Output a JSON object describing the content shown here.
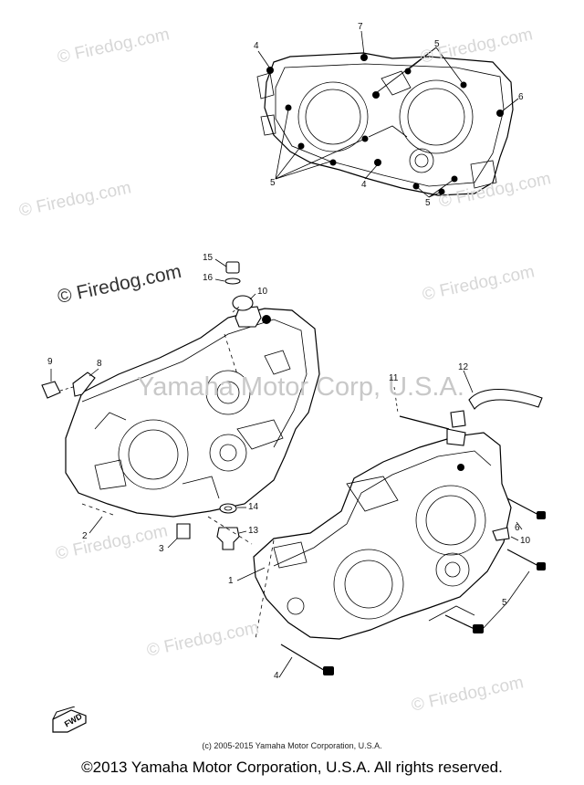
{
  "watermarks": {
    "firedog_1": "© Firedog.com",
    "firedog_2": "© Firedog.com",
    "firedog_3": "© Firedog.com",
    "firedog_4": "© Firedog.com",
    "firedog_5": "© Firedog.com",
    "firedog_6": "© Firedog.com",
    "firedog_7": "© Firedog.com",
    "firedog_8": "© Firedog.com",
    "firedog_strong": "© Firedog.com",
    "yamaha_big": "Yamaha Motor Corp, U.S.A."
  },
  "callouts": {
    "top_4a": "4",
    "top_7": "7",
    "top_5a": "5",
    "top_6": "6",
    "top_5b": "5",
    "top_4b": "4",
    "top_5c": "5",
    "c15": "15",
    "c16": "16",
    "c10a": "10",
    "c9": "9",
    "c8": "8",
    "c12": "12",
    "c11": "11",
    "c2": "2",
    "c14": "14",
    "c13": "13",
    "c3": "3",
    "c1": "1",
    "c6": "6",
    "c10b": "10",
    "c5": "5",
    "c4": "4"
  },
  "direction_arrow_label": "FWD",
  "credits": {
    "small_line": "(c) 2005-2015 Yamaha Motor Corporation, U.S.A.",
    "copyright_line": "©2013 Yamaha Motor Corporation, U.S.A. All rights reserved."
  }
}
